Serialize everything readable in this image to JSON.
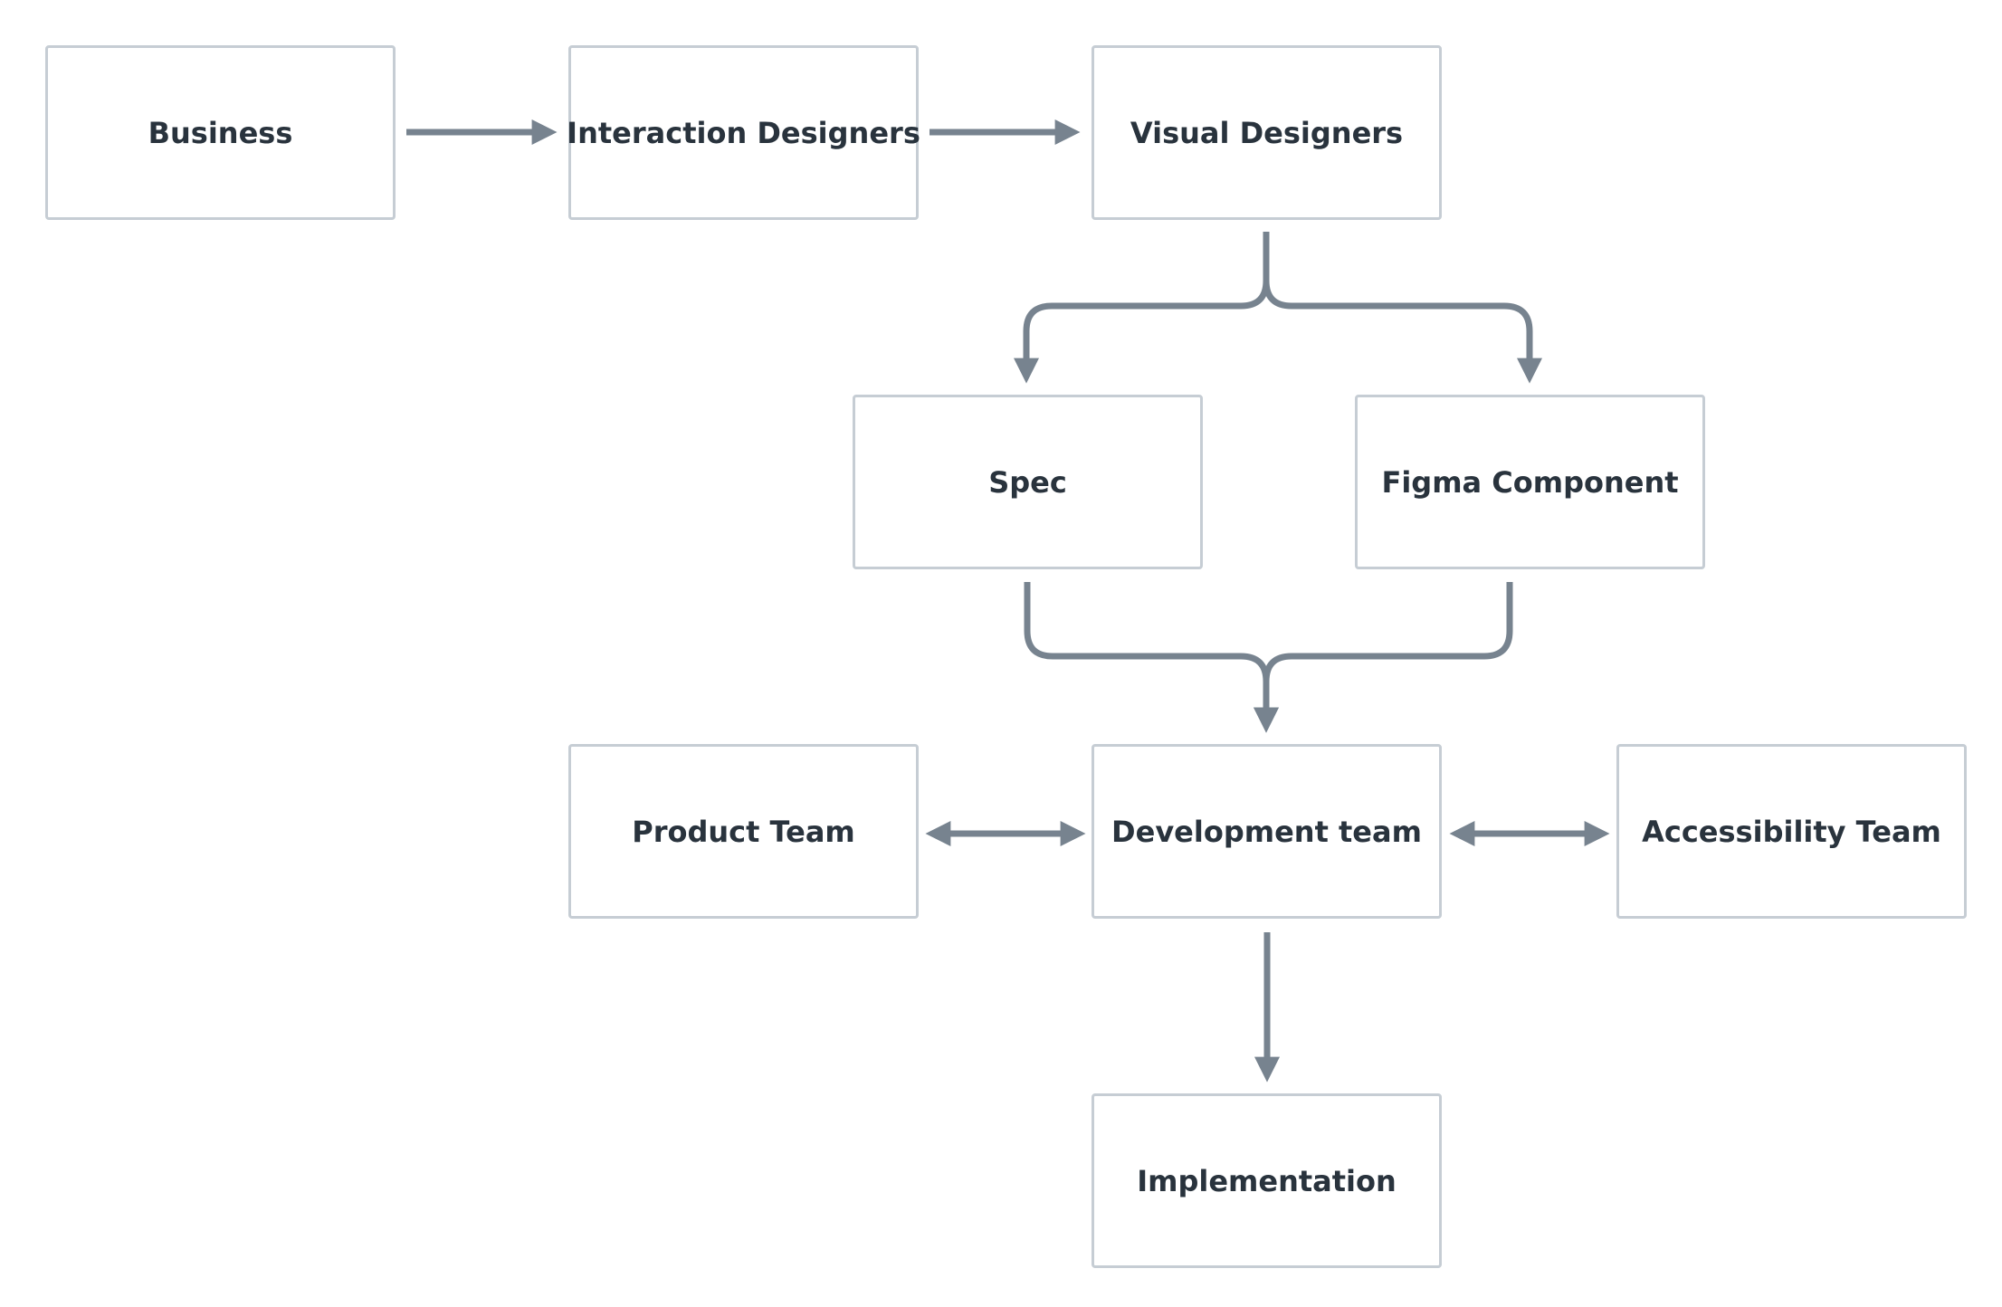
{
  "diagram": {
    "colors": {
      "edge": "#77838f",
      "node_border": "#c6cdd4",
      "node_text": "#29333d",
      "background": "#ffffff"
    },
    "nodes": {
      "business": "Business",
      "interaction_designers": "Interaction Designers",
      "visual_designers": "Visual Designers",
      "spec": "Spec",
      "figma_component": "Figma Component",
      "product_team": "Product Team",
      "development_team": "Development team",
      "accessibility_team": "Accessibility Team",
      "implementation": "Implementation"
    },
    "edges": [
      {
        "from": "business",
        "to": "interaction_designers",
        "direction": "forward"
      },
      {
        "from": "interaction_designers",
        "to": "visual_designers",
        "direction": "forward"
      },
      {
        "from": "visual_designers",
        "to": "spec",
        "direction": "forward"
      },
      {
        "from": "visual_designers",
        "to": "figma_component",
        "direction": "forward"
      },
      {
        "from": "spec",
        "to": "development_team",
        "direction": "forward"
      },
      {
        "from": "figma_component",
        "to": "development_team",
        "direction": "forward"
      },
      {
        "from": "product_team",
        "to": "development_team",
        "direction": "both"
      },
      {
        "from": "development_team",
        "to": "accessibility_team",
        "direction": "both"
      },
      {
        "from": "development_team",
        "to": "implementation",
        "direction": "forward"
      }
    ]
  }
}
